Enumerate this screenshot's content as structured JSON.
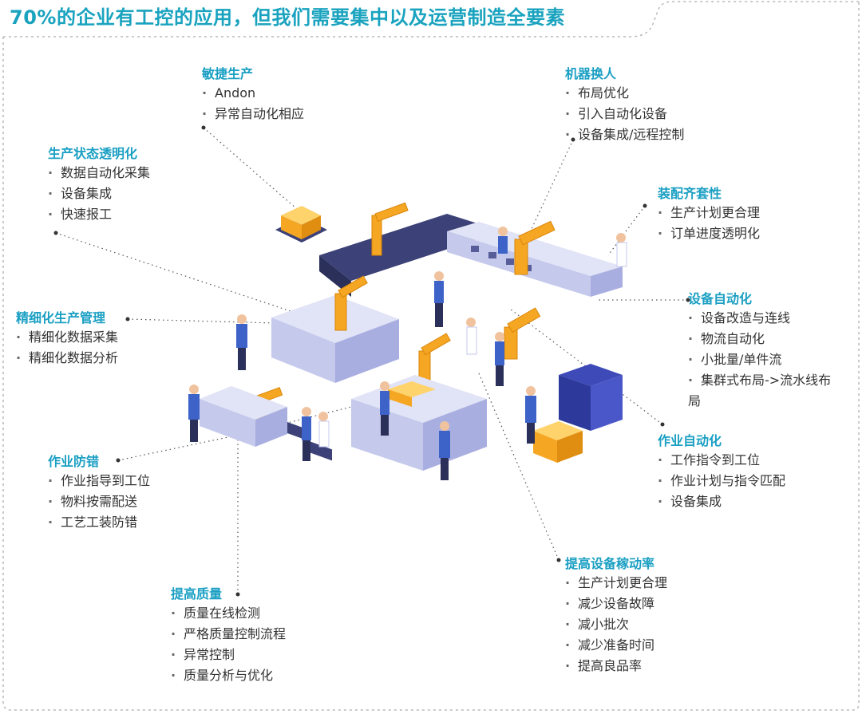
{
  "title": "70%的企业有工控的应用，但我们需要集中以及运营制造全要素",
  "groups": {
    "agile": {
      "heading": "敏捷生产",
      "items": [
        "Andon",
        "异常自动化相应"
      ]
    },
    "robot": {
      "heading": "机器换人",
      "items": [
        "布局优化",
        "引入自动化设备",
        "设备集成/远程控制"
      ]
    },
    "transparency": {
      "heading": "生产状态透明化",
      "items": [
        "数据自动化采集",
        "设备集成",
        "快速报工"
      ]
    },
    "assembly": {
      "heading": "装配齐套性",
      "items": [
        "生产计划更合理",
        "订单进度透明化"
      ]
    },
    "refined": {
      "heading": "精细化生产管理",
      "items": [
        "精细化数据采集",
        "精细化数据分析"
      ]
    },
    "equipment_auto": {
      "heading": "设备自动化",
      "items": [
        "设备改造与连线",
        "物流自动化",
        "小批量/单件流",
        "集群式布局->流水线布局"
      ]
    },
    "error_proof": {
      "heading": "作业防错",
      "items": [
        "作业指导到工位",
        "物料按需配送",
        "工艺工装防错"
      ]
    },
    "work_auto": {
      "heading": "作业自动化",
      "items": [
        "工作指令到工位",
        "作业计划与指令匹配",
        "设备集成"
      ]
    },
    "oee": {
      "heading": "提高设备稼动率",
      "items": [
        "生产计划更合理",
        "减少设备故障",
        "减小批次",
        "减少准备时间",
        "提高良品率"
      ]
    },
    "quality": {
      "heading": "提高质量",
      "items": [
        "质量在线检测",
        "严格质量控制流程",
        "异常控制",
        "质量分析与优化"
      ]
    }
  },
  "colors": {
    "accent": "#1aa3bf",
    "heading": "#1a9fc3",
    "machine": "#c5c9ec",
    "machine_dark": "#3c4277",
    "robot": "#f5a623",
    "worker_shirt": "#3d63c9"
  }
}
